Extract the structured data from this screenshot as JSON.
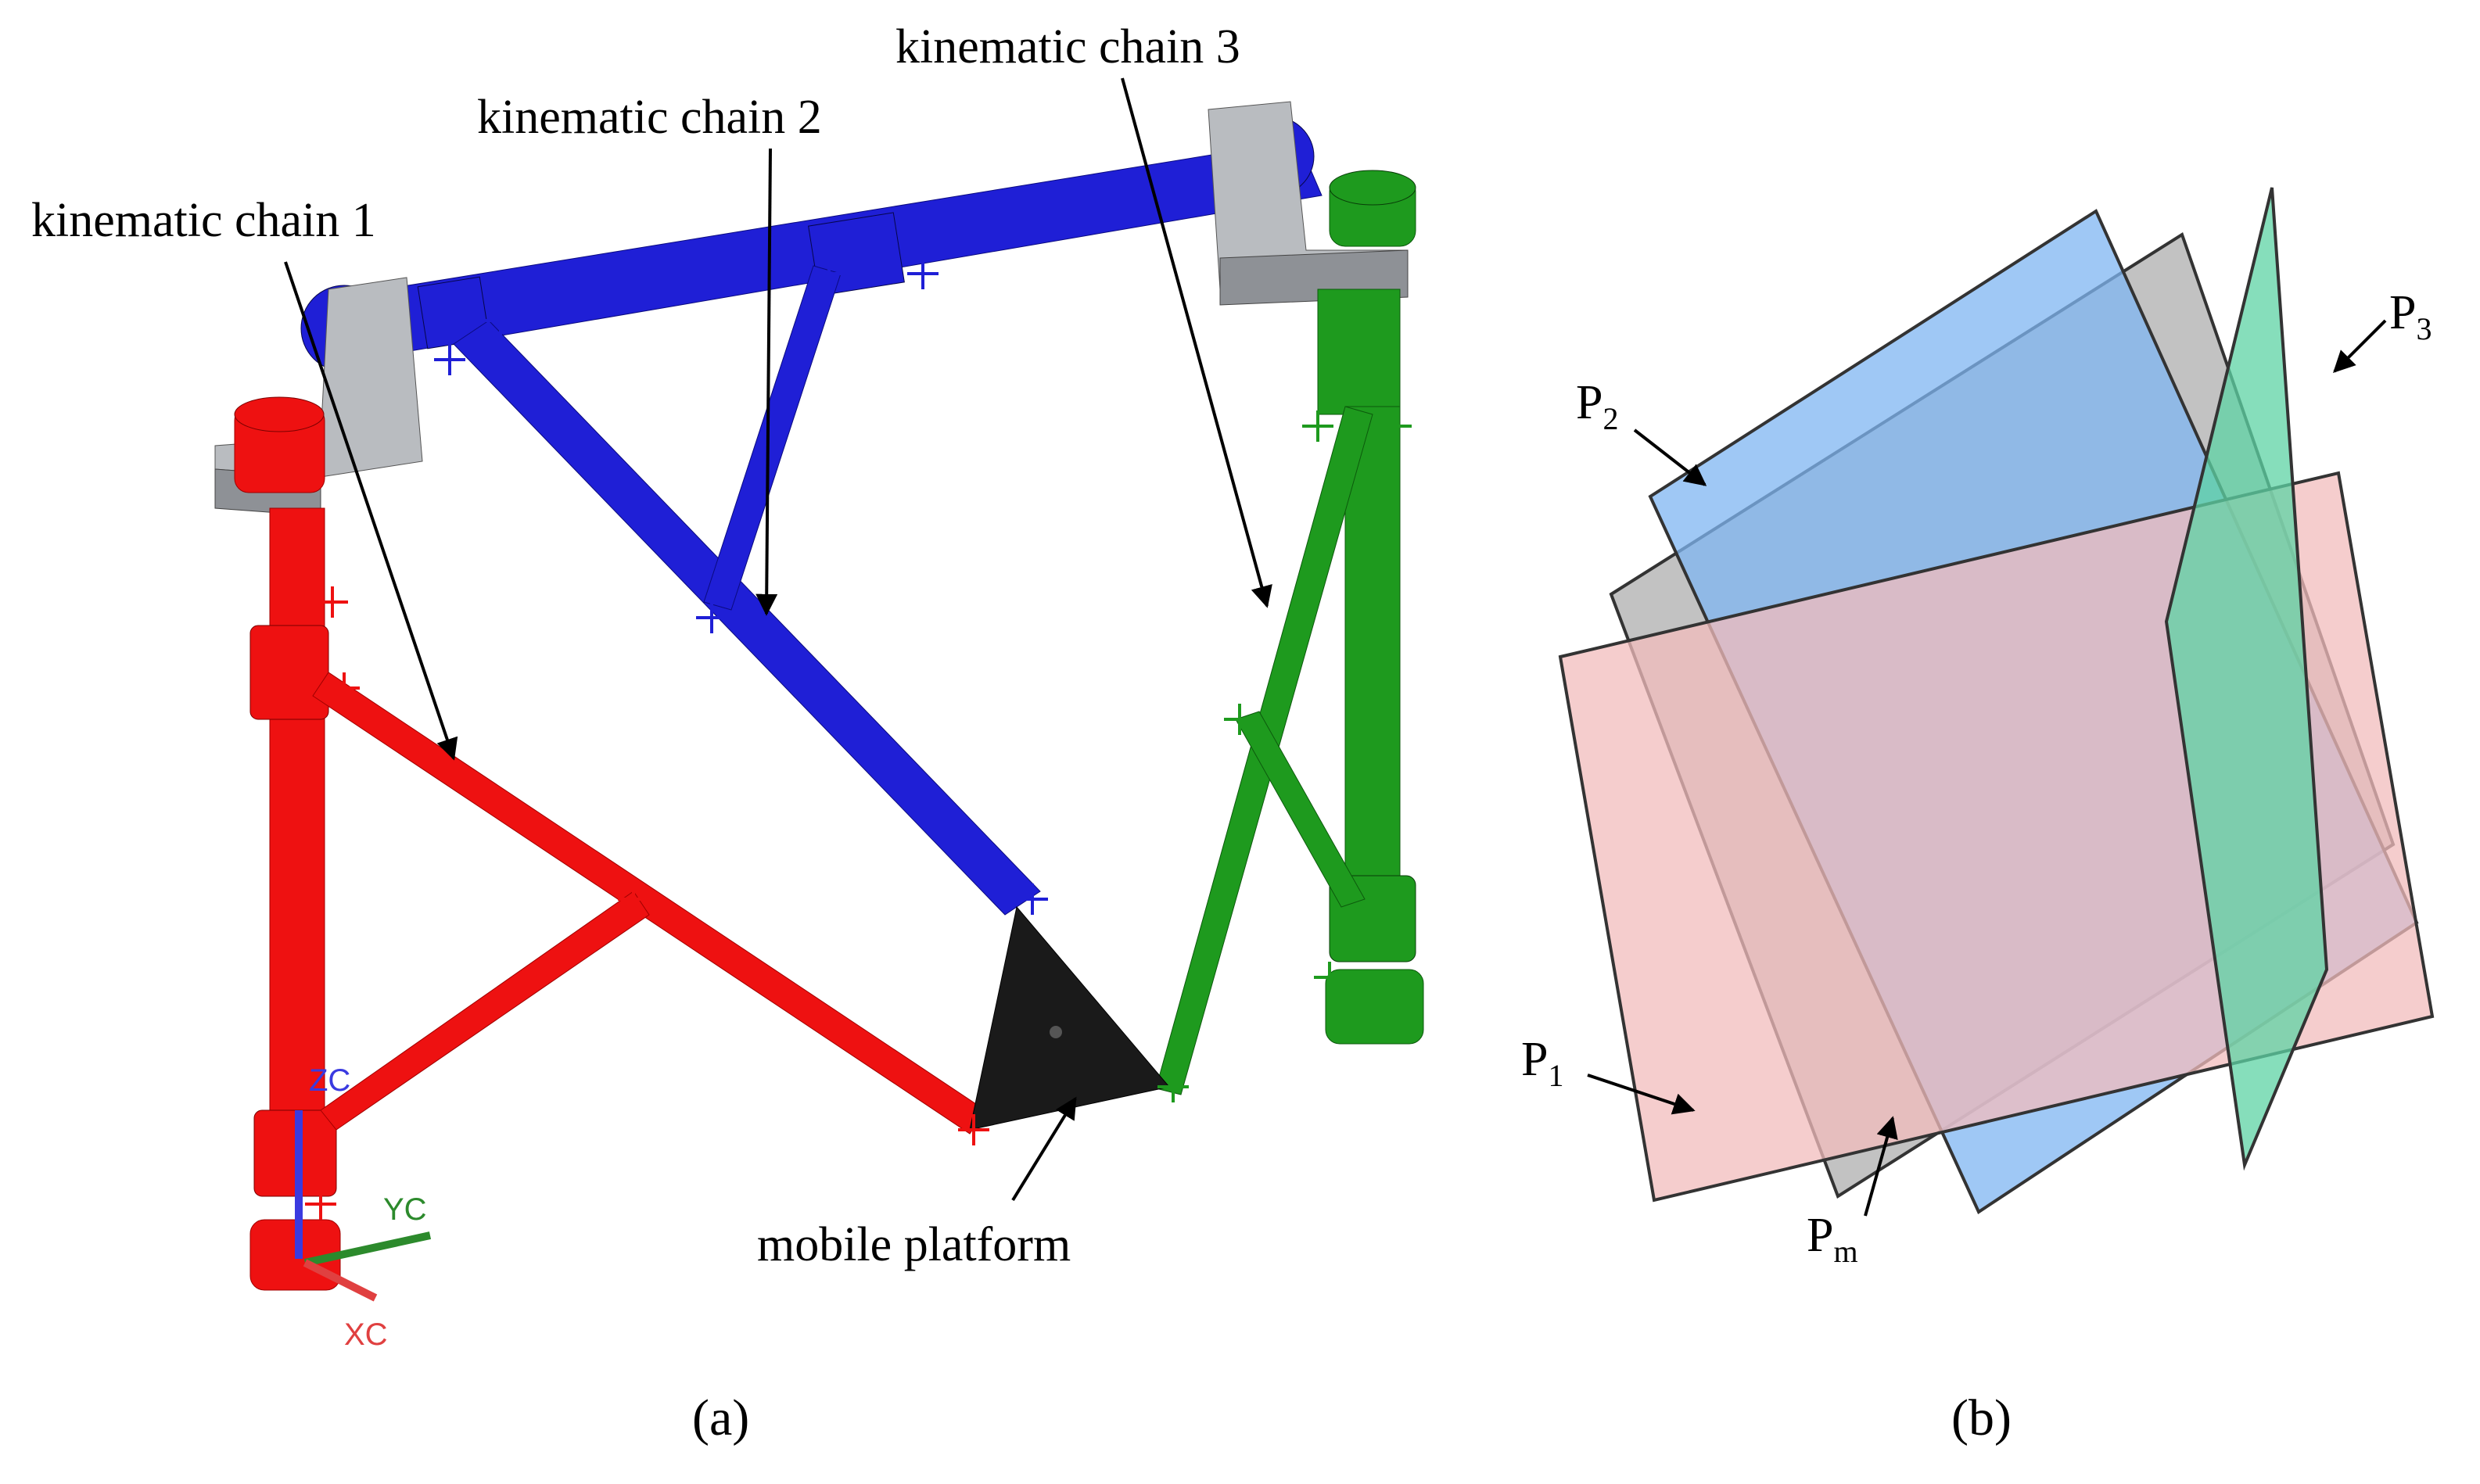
{
  "colors": {
    "chain1": "#ee1111",
    "chain2": "#1f1fd6",
    "chain3": "#1e9a1e",
    "platform": "#1a1a1a",
    "bracket": "#b9bcc0",
    "plane_p1": "#f1bcbc",
    "plane_p2": "#7fb6f2",
    "plane_pm": "#b3b3b3",
    "plane_p3": "#5dd3a4",
    "axis_z": "#3a3ae0",
    "axis_y": "#2c8a2c",
    "axis_x": "#e04040"
  },
  "panel_a": {
    "caption": "(a)",
    "labels": {
      "chain1": "kinematic chain 1",
      "chain2": "kinematic chain 2",
      "chain3": "kinematic chain 3",
      "platform": "mobile platform"
    },
    "axes": {
      "z": "ZC",
      "y": "YC",
      "x": "XC"
    }
  },
  "panel_b": {
    "caption": "(b)",
    "planes": [
      {
        "letter": "P",
        "sub": "2"
      },
      {
        "letter": "P",
        "sub": "3"
      },
      {
        "letter": "P",
        "sub": "1"
      },
      {
        "letter": "P",
        "sub": "m"
      }
    ]
  }
}
